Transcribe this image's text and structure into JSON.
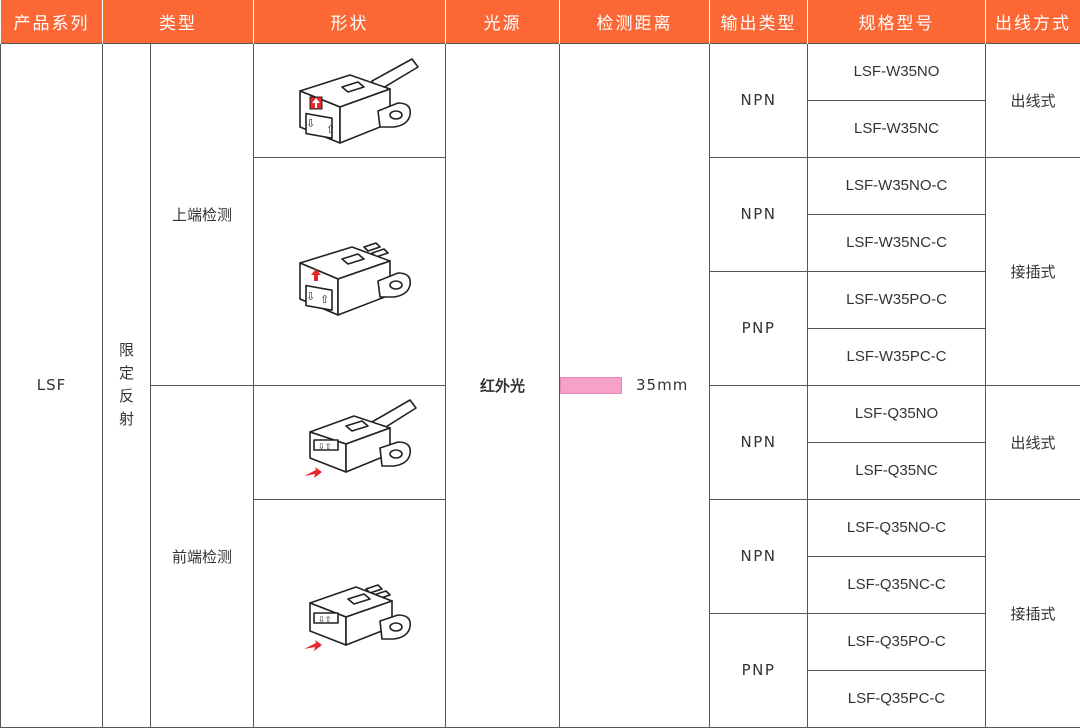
{
  "headers": {
    "series": "产品系列",
    "type": "类型",
    "shape": "形状",
    "light_source": "光源",
    "distance": "检测距离",
    "output_type": "输出类型",
    "model": "规格型号",
    "wiring": "出线方式"
  },
  "series": "LSF",
  "subtype": [
    "限",
    "定",
    "反",
    "射"
  ],
  "detect_types": [
    "上端检测",
    "前端检测"
  ],
  "light_source": "红外光",
  "distance": {
    "label": "35mm",
    "value_mm": 35
  },
  "rows": [
    {
      "output": "NPN",
      "models": [
        "LSF-W35NO",
        "LSF-W35NC"
      ],
      "wiring": "出线式"
    },
    {
      "output": "NPN",
      "models": [
        "LSF-W35NO-C",
        "LSF-W35NC-C"
      ],
      "wiring": "接插式"
    },
    {
      "output": "PNP",
      "models": [
        "LSF-W35PO-C",
        "LSF-W35PC-C"
      ],
      "wiring": ""
    },
    {
      "output": "NPN",
      "models": [
        "LSF-Q35NO",
        "LSF-Q35NC"
      ],
      "wiring": "出线式"
    },
    {
      "output": "NPN",
      "models": [
        "LSF-Q35NO-C",
        "LSF-Q35NC-C"
      ],
      "wiring": "接插式"
    },
    {
      "output": "PNP",
      "models": [
        "LSF-Q35PO-C",
        "LSF-Q35PC-C"
      ],
      "wiring": ""
    }
  ],
  "colors": {
    "header_bg": "#fb6836",
    "distance_bar": "#f5a1c8",
    "arrow_red": "#e8262b"
  },
  "icons": [
    "sensor-top-cable-icon",
    "sensor-top-connector-icon",
    "sensor-front-cable-icon",
    "sensor-front-connector-icon"
  ]
}
